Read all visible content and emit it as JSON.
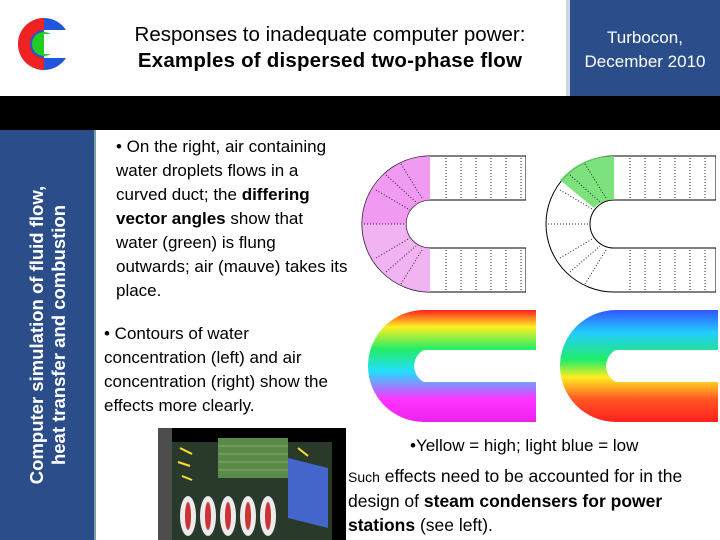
{
  "header": {
    "title_line1": "Responses to inadequate computer power:",
    "title_line2": "Examples of dispersed two-phase flow",
    "stamp_line1": "Turbocon,",
    "stamp_line2": "December 2010",
    "logo_icon": "cham-logo-icon"
  },
  "sidebar": {
    "line1": "Computer simulation of fluid flow,",
    "line2": "heat transfer and combustion"
  },
  "content": {
    "bullet1": {
      "prefix": "• On the right, air containing water droplets flows in a curved duct; the ",
      "bold": "differing vector angles",
      "suffix": " show that water (green) is flung outwards; air (mauve) takes its place."
    },
    "bullet2": "• Contours of water concentration (left) and air concentration (right) show the effects more clearly.",
    "bullet3": "•Yellow = high; light blue = low",
    "note": {
      "small": "Such",
      "t1": " effects need to be accounted for in the design of ",
      "b1": "steam condensers for power stations",
      "t2": " (see left)."
    }
  },
  "colors": {
    "brand_blue": "#2b4e8a",
    "water_green": "#66dd66",
    "air_mauve": "#ee88ee"
  }
}
